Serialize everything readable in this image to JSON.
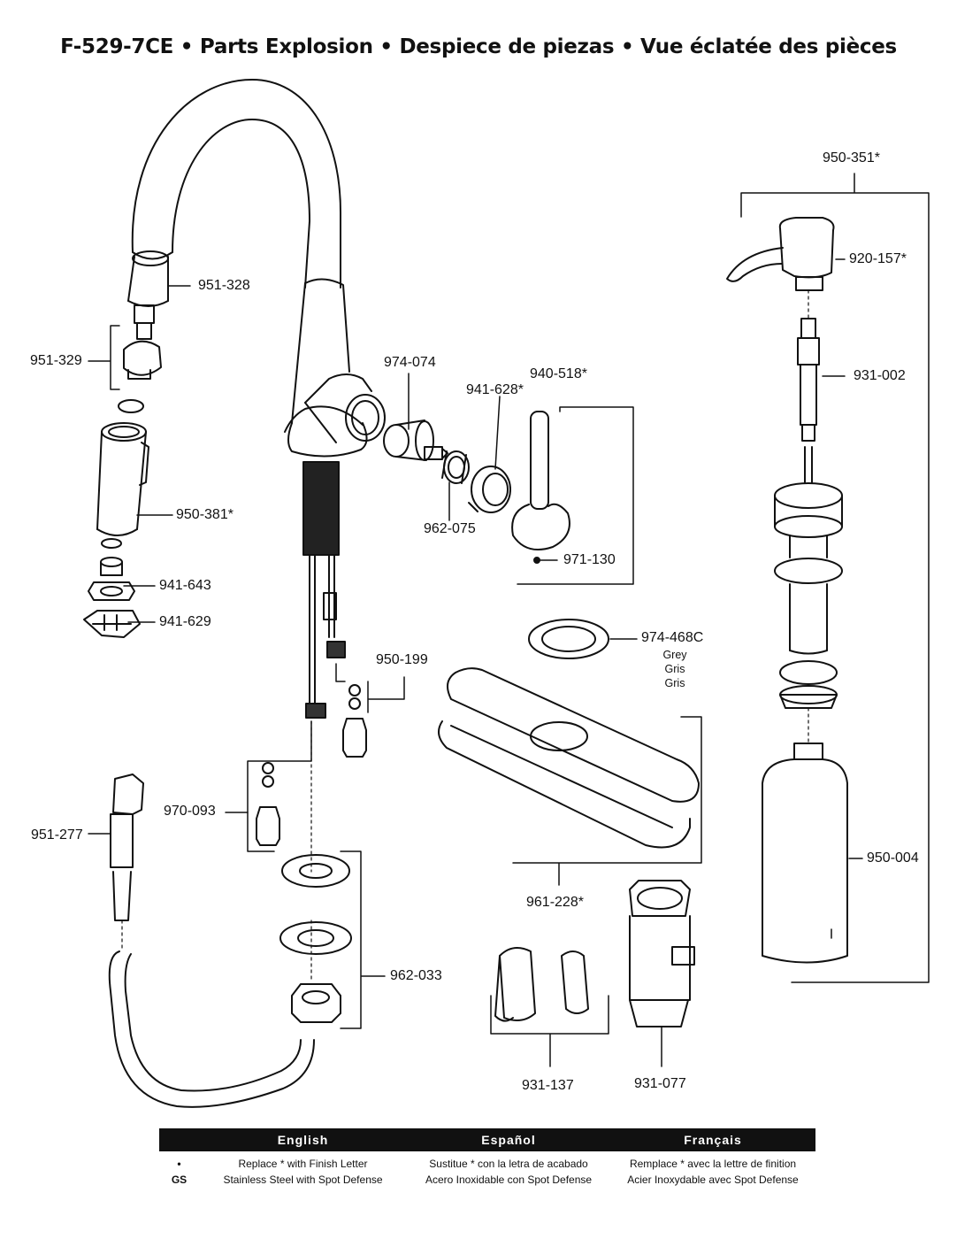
{
  "title": "F-529-7CE  •  Parts Explosion  •  Despiece de piezas  •  Vue éclatée des pièces",
  "labels": {
    "p951_328": "951-328",
    "p951_329": "951-329",
    "p950_381": "950-381*",
    "p941_643": "941-643",
    "p941_629": "941-629",
    "p974_074": "974-074",
    "p941_628": "941-628*",
    "p940_518": "940-518*",
    "p962_075": "962-075",
    "p971_130": "971-130",
    "p950_351": "950-351*",
    "p920_157": "920-157*",
    "p931_002": "931-002",
    "p974_468C": "974-468C",
    "grey": "Grey",
    "gris1": "Gris",
    "gris2": "Gris",
    "p950_199": "950-199",
    "p970_093": "970-093",
    "p951_277": "951-277",
    "p962_033": "962-033",
    "p961_228": "961-228*",
    "p950_004": "950-004",
    "p931_137": "931-137",
    "p931_077": "931-077"
  },
  "legend": {
    "headers": [
      "English",
      "Español",
      "Français"
    ],
    "rows": [
      {
        "key": "•",
        "en": "Replace * with Finish Letter",
        "es": "Sustitue * con la letra de acabado",
        "fr": "Remplace * avec la lettre de finition"
      },
      {
        "key": "GS",
        "en": "Stainless Steel with Spot Defense",
        "es": "Acero Inoxidable con Spot Defense",
        "fr": "Acier Inoxydable avec Spot Defense"
      }
    ]
  }
}
